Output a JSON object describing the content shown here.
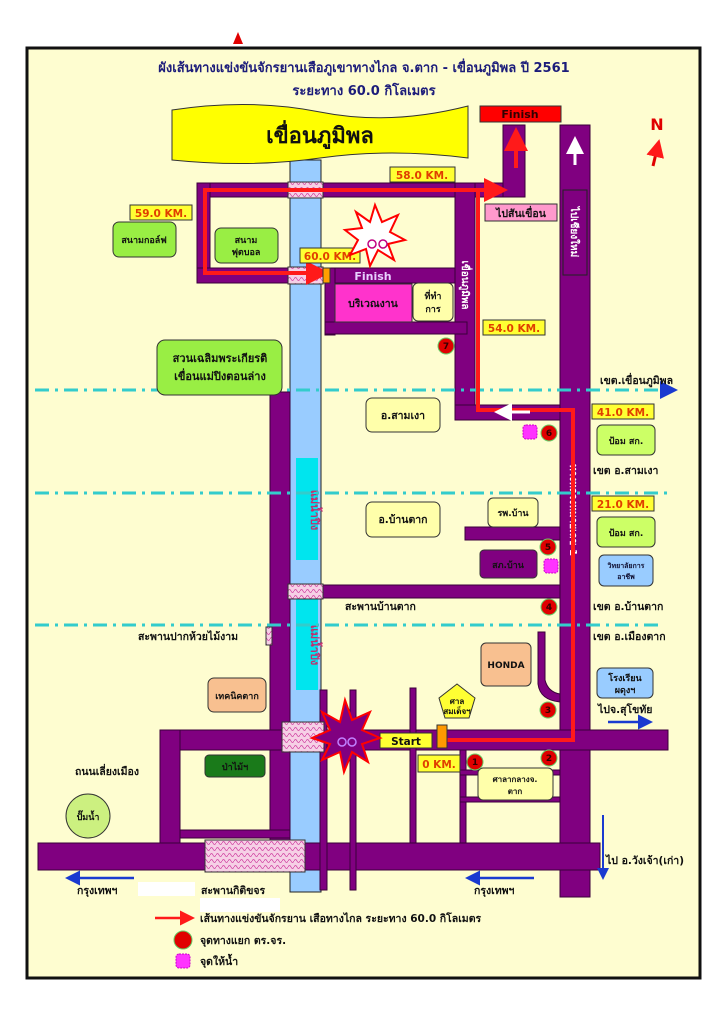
{
  "title": {
    "line1": "ผังเส้นทางแข่งขันจักรยานเสือภูเขาทางไกล จ.ตาก - เขื่อนภูมิพล ปี 2561",
    "line2": "ระยะทาง 60.0 กิโลเมตร"
  },
  "dam_banner": "เขื่อนภูมิพล",
  "finish_top": "Finish",
  "finish_road": "Finish",
  "start": "Start",
  "north": "N",
  "km_markers": [
    "58.0 KM.",
    "59.0 KM.",
    "60.0 KM.",
    "54.0 KM.",
    "41.0 KM.",
    "21.0 KM.",
    "0 KM."
  ],
  "places": {
    "golf": "สนามกอล์ฟ",
    "football_1": "สนาม",
    "football_2": "ฟุตบอล",
    "event_area": "บริเวณงาน",
    "office_1": "ที่ทำ",
    "office_2": "การ",
    "park_1": "สวนเฉลิมพระเกียรติ",
    "park_2": "เขื่อนแม่ปิงตอนล่าง",
    "to_dam_crest": "ไปสันเขื่อน",
    "to_chiangmai": "ไปเชียงใหม่",
    "dam_road": "เขื่อนภูมิพล",
    "highway": "ทางหลวงหมายเลข 1",
    "sam_ngao": "อ.สามเงา",
    "ban_tak": "อ.บ้านตาก",
    "hospital": "รพ.บ้าน",
    "police": "สภ.บ้าน",
    "post_1": "ป้อม สก.",
    "post_2": "ป้อม สก.",
    "college_1": "วิทยาลัยการ",
    "college_2": "อาชีพ",
    "river_1": "แม่น้ำปิง",
    "river_2": "แม่น้ำปิง",
    "ban_tak_bridge": "สะพานบ้านตาก",
    "pak_huai_bridge": "สะพานปากห้วยไม้งาม",
    "honda": "HONDA",
    "school_1": "โรงเรียน",
    "school_2": "ผดุงฯ",
    "technic": "เทคนิคตาก",
    "shrine_1": "ศาล",
    "shrine_2": "สมเด็จฯ",
    "forestry": "ป่าไม้ฯ",
    "bypass": "ถนนเลี่ยงเมือง",
    "pump": "ปั๊มน้ำ",
    "city_hall_1": "ศาลากลางจ.",
    "city_hall_2": "ตาก",
    "kittikachorn_bridge": "สะพานกิติขจร",
    "bangkok_1": "กรุงเทพฯ",
    "bangkok_2": "กรุงเทพฯ",
    "to_sukhothai": "ไปจ.สุโขทัย",
    "to_wangchao": "ไป อ.วังเจ้า(เก่า)"
  },
  "zones": {
    "bhumibol": "เขต.เขื่อนภูมิพล",
    "sam_ngao": "เขต อ.สามเงา",
    "ban_tak": "เขต อ.บ้านตาก",
    "mueang_tak": "เขต อ.เมืองตาก"
  },
  "checkpoints": [
    "1",
    "2",
    "3",
    "4",
    "5",
    "6",
    "7"
  ],
  "legend": {
    "route": "เส้นทางแข่งขันจักรยาน เสือทางไกล ระยะทาง 60.0 กิโลเมตร",
    "junction": "จุดทางแยก ตร.จร.",
    "water": "จุดให้น้ำ"
  },
  "colors": {
    "background": "#fefdd0",
    "road": "#800080",
    "route": "#ff1a1a",
    "river": "#99ccff",
    "zone_line": "#33cccc"
  }
}
